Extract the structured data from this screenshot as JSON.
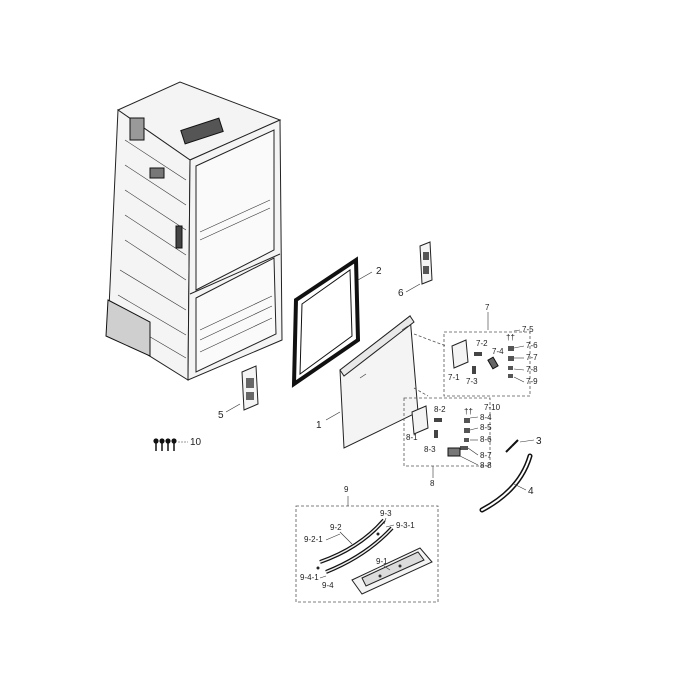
{
  "callouts": {
    "c1": "1",
    "c2": "2",
    "c3": "3",
    "c4": "4",
    "c5": "5",
    "c6": "6",
    "c7": "7",
    "c7_1": "7-1",
    "c7_2": "7-2",
    "c7_3": "7-3",
    "c7_4": "7-4",
    "c7_5": "7-5",
    "c7_6": "7-6",
    "c7_7": "7-7",
    "c7_8": "7-8",
    "c7_9": "7-9",
    "c7_10": "7-10",
    "c8": "8",
    "c8_1": "8-1",
    "c8_2": "8-2",
    "c8_3": "8-3",
    "c8_4": "8-4",
    "c8_5": "8-5",
    "c8_6": "8-6",
    "c8_7": "8-7",
    "c8_8": "8-8",
    "c9": "9",
    "c9_1": "9-1",
    "c9_2": "9-2",
    "c9_2_1": "9-2-1",
    "c9_3": "9-3",
    "c9_3_1": "9-3-1",
    "c9_4": "9-4",
    "c9_4_1": "9-4-1",
    "c10": "10"
  }
}
